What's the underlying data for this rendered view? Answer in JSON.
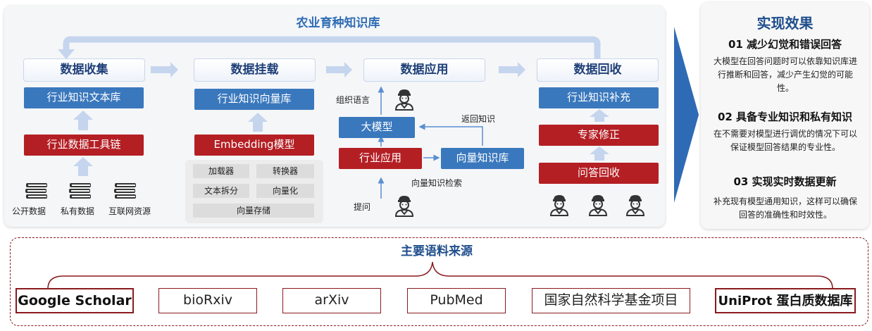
{
  "main": {
    "title": "农业育种知识库",
    "stages": {
      "collect": "数据收集",
      "mount": "数据挂载",
      "apply": "数据应用",
      "recycle": "数据回收"
    },
    "collect": {
      "text_lib": "行业知识文本库",
      "toolchain": "行业数据工具链",
      "sources": [
        "公开数据",
        "私有数据",
        "互联网资源"
      ]
    },
    "mount": {
      "vector_lib": "行业知识向量库",
      "embedding": "Embedding模型",
      "tools": {
        "loader": "加载器",
        "converter": "转换器",
        "splitter": "文本拆分",
        "vectorize": "向量化",
        "storage": "向量存储"
      }
    },
    "apply": {
      "llm": "大模型",
      "industry_app": "行业应用",
      "vector_lib": "向量知识库",
      "organize_lang": "组织语言",
      "return_knowledge": "返回知识",
      "vector_search": "向量知识检索",
      "ask": "提问"
    },
    "recycle": {
      "supplement": "行业知识补充",
      "expert_fix": "专家修正",
      "qa_recycle": "问答回收"
    }
  },
  "effects": {
    "title": "实现效果",
    "items": [
      {
        "head": "01  减少幻觉和错误回答",
        "body": "大模型在回答问题时可以依靠知识库进行推断和回答，减少产生幻觉的可能性。"
      },
      {
        "head": "02  具备专业知识和私有知识",
        "body": "在不需要对模型进行调优的情况下可以保证模型回答结果的专业性。"
      },
      {
        "head": "03  实现实时数据更新",
        "body": "补充现有模型通用知识，这样可以确保回答的准确性和时效性。"
      }
    ]
  },
  "sources": {
    "title": "主要语料来源",
    "items": [
      "Google Scholar",
      "bioRxiv",
      "arXiv",
      "PubMed",
      "国家自然科学基金项目",
      "UniProt 蛋白质数据库"
    ]
  },
  "colors": {
    "accent_blue": "#3a78bd",
    "accent_red": "#b41f24",
    "title_blue": "#1f4e8c",
    "border_red": "#8a1a1e"
  }
}
